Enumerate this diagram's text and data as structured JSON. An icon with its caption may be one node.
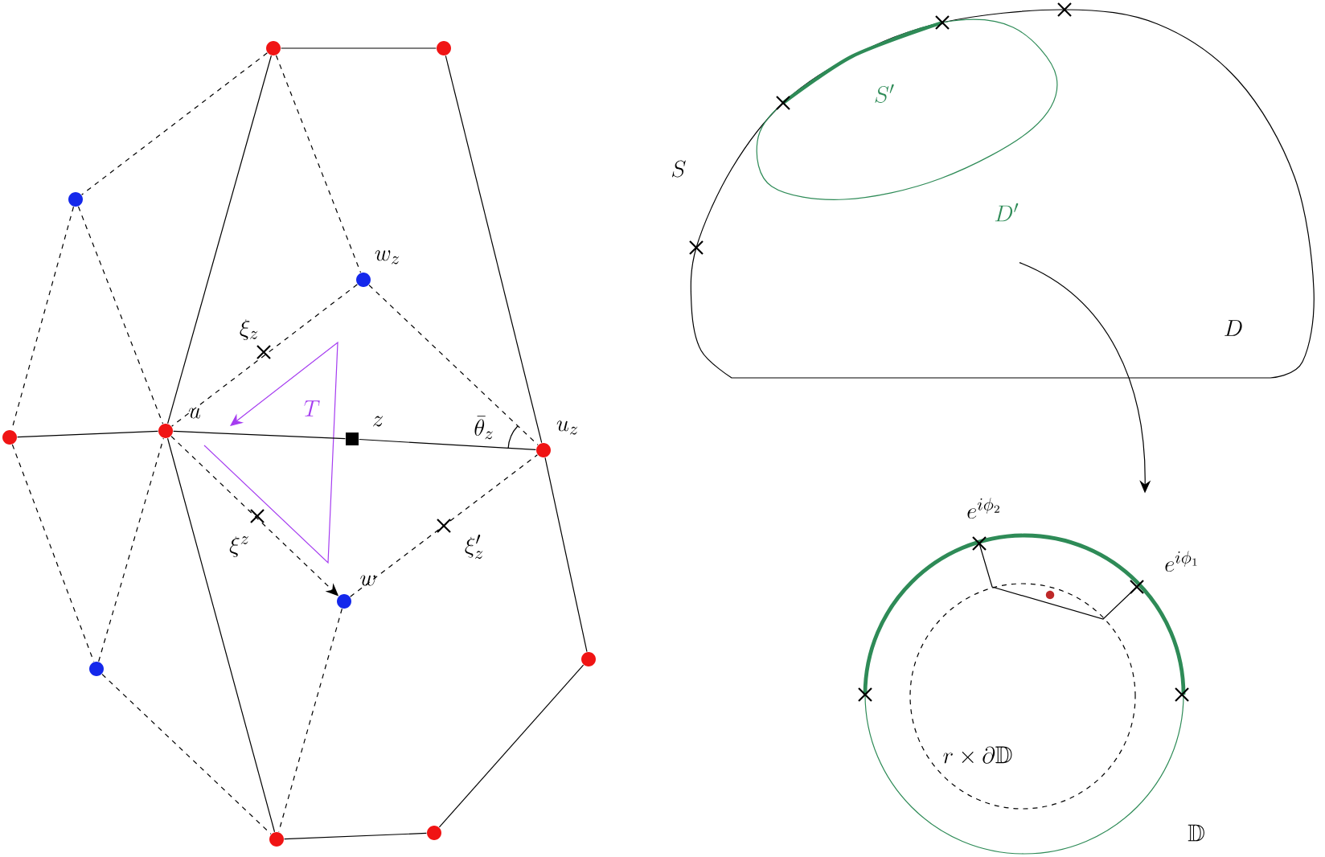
{
  "diagram": {
    "nodes": [
      {
        "text": [],
        "shape": "circle"
      },
      {
        "text": [],
        "shape": "circle"
      },
      {
        "text": [],
        "shape": "circle"
      },
      {
        "text": [],
        "shape": "circle",
        "beside": [
          "w_z"
        ]
      },
      {
        "text": [],
        "shape": "circle"
      },
      {
        "text": [],
        "shape": "circle",
        "beside": [
          "u"
        ]
      },
      {
        "text": [],
        "shape": "box",
        "beside": [
          "z"
        ]
      },
      {
        "text": [],
        "shape": "circle",
        "beside": [
          "u_z"
        ]
      },
      {
        "text": [],
        "shape": "circle",
        "beside": [
          "w"
        ]
      },
      {
        "text": [],
        "shape": "circle"
      },
      {
        "text": [],
        "shape": "circle"
      },
      {
        "text": [],
        "shape": "circle"
      },
      {
        "text": [],
        "shape": "circle"
      },
      {
        "text": [
          "D"
        ],
        "beside": [
          "S"
        ]
      },
      {
        "text": [
          "S'"
        ],
        "beside": [
          "D'"
        ],
        "in": 13
      },
      {
        "text": [],
        "shape": "circle",
        "beside": [
          "\\mathbb{D}"
        ]
      },
      {
        "text": [
          "r\\times\\partial\\mathbb{D}"
        ],
        "in": 15
      }
    ],
    "edges": [
      {
        "from": 0,
        "to": 1,
        "arrow": "none"
      },
      {
        "from": 0,
        "to": 5,
        "arrow": "none"
      },
      {
        "from": 1,
        "to": 7,
        "arrow": "none"
      },
      {
        "from": 5,
        "to": 4,
        "arrow": "none"
      },
      {
        "from": 5,
        "to": 6,
        "arrow": "none"
      },
      {
        "from": 6,
        "to": 7,
        "arrow": "none"
      },
      {
        "from": 7,
        "to": 10,
        "arrow": "none"
      },
      {
        "from": 10,
        "to": 12,
        "arrow": "none"
      },
      {
        "from": 12,
        "to": 11,
        "arrow": "none"
      },
      {
        "from": 11,
        "to": 5,
        "arrow": "none"
      },
      {
        "from": 0,
        "to": 2,
        "arrow": "none",
        "style": "dashed"
      },
      {
        "from": 2,
        "to": 4,
        "arrow": "none",
        "style": "dashed"
      },
      {
        "from": 4,
        "to": 9,
        "arrow": "none",
        "style": "dashed"
      },
      {
        "from": 9,
        "to": 11,
        "arrow": "none",
        "style": "dashed"
      },
      {
        "from": 2,
        "to": 5,
        "arrow": "none",
        "style": "dashed"
      },
      {
        "from": 9,
        "to": 5,
        "arrow": "none",
        "style": "dashed"
      },
      {
        "from": 0,
        "to": 3,
        "arrow": "none",
        "style": "dashed"
      },
      {
        "from": 3,
        "to": 5,
        "arrow": "none",
        "style": "dashed"
      },
      {
        "from": 3,
        "to": 7,
        "arrow": "none",
        "style": "dashed"
      },
      {
        "from": 5,
        "to": 8,
        "arrow": "to",
        "style": "dashed"
      },
      {
        "from": 8,
        "to": 7,
        "arrow": "none",
        "style": "dashed"
      },
      {
        "from": 8,
        "to": 11,
        "arrow": "none",
        "style": "dashed"
      },
      {
        "from": 14,
        "to": 15,
        "arrow": "to"
      }
    ],
    "labels": [
      "\\xi_z",
      "T",
      "\\bar{\\theta}_z",
      "\\xi^z",
      "\\xi'_z",
      "e^{i\\phi_2}",
      "e^{i\\phi_1}"
    ]
  }
}
